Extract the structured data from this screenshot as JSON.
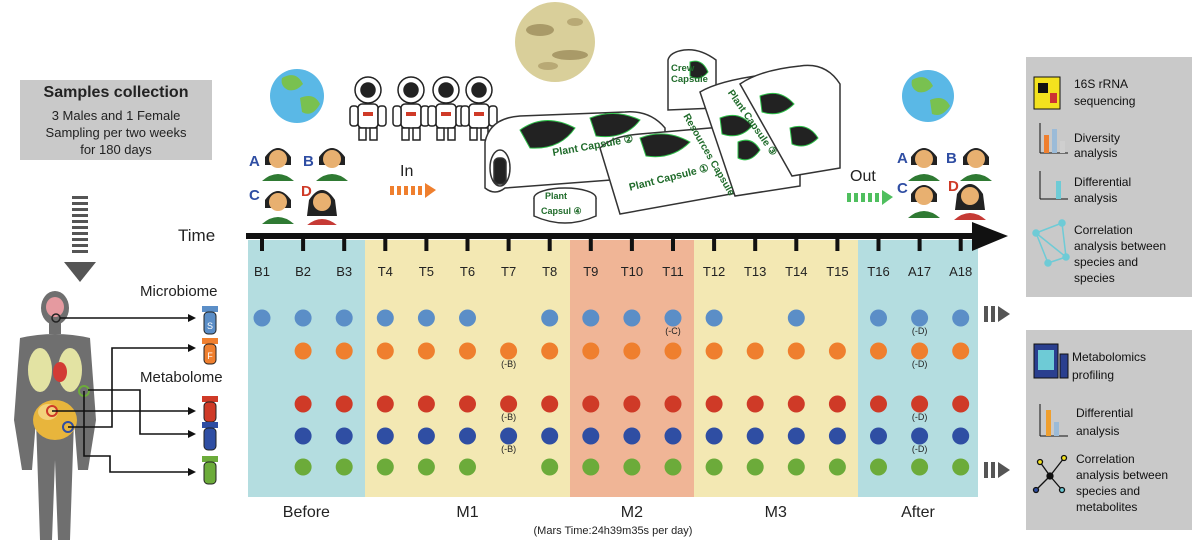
{
  "samples": {
    "title": "Samples collection",
    "lines": [
      "3 Males and 1 Female",
      "Sampling per two weeks",
      "for 180 days"
    ]
  },
  "timeline": {
    "time_label": "Time",
    "in_label": "In",
    "out_label": "Out",
    "timepoints": [
      "B1",
      "B2",
      "B3",
      "T4",
      "T5",
      "T6",
      "T7",
      "T8",
      "T9",
      "T10",
      "T11",
      "T12",
      "T13",
      "T14",
      "T15",
      "T16",
      "A17",
      "A18"
    ],
    "mars_time": "(Mars Time:24h39m35s per day)"
  },
  "periods": [
    {
      "name": "Before",
      "color": "#b4dde0"
    },
    {
      "name": "M1",
      "color": "#f3e8b3"
    },
    {
      "name": "M2",
      "color": "#f0b596"
    },
    {
      "name": "M3",
      "color": "#f3e8b3"
    },
    {
      "name": "After",
      "color": "#b4dde0"
    }
  ],
  "crew_letters": [
    "A",
    "B",
    "C",
    "D"
  ],
  "capsules": {
    "crew": "Crew Capsule",
    "plant2": "Plant Capsule ②",
    "plant1": "Plant Capsule ①",
    "plant3": "Plant Capsule ③",
    "plant4_line1": "Plant",
    "plant4_line2": "Capsul ④",
    "resources": "Resources Capsule"
  },
  "sample_labels": {
    "microbiome": "Microbiome",
    "metabolome": "Metabolome",
    "tubes": [
      "S",
      "F",
      "",
      "",
      ""
    ]
  },
  "notes": [
    {
      "text": "(-C)",
      "tp": 10,
      "row": 0
    },
    {
      "text": "(-D)",
      "tp": 16,
      "row": 0
    },
    {
      "text": "(-B)",
      "tp": 6,
      "row": 1
    },
    {
      "text": "(-D)",
      "tp": 16,
      "row": 1
    },
    {
      "text": "(-B)",
      "tp": 6,
      "row": 2
    },
    {
      "text": "(-D)",
      "tp": 16,
      "row": 2
    },
    {
      "text": "(-B)",
      "tp": 6,
      "row": 3
    },
    {
      "text": "(-D)",
      "tp": 16,
      "row": 3
    }
  ],
  "dot_rows": [
    {
      "color": "#5b8ec7",
      "present": [
        1,
        1,
        1,
        1,
        1,
        1,
        0,
        1,
        1,
        1,
        1,
        1,
        0,
        1,
        0,
        1,
        1,
        1
      ]
    },
    {
      "color": "#ef7f2e",
      "present": [
        0,
        1,
        1,
        1,
        1,
        1,
        1,
        1,
        1,
        1,
        1,
        1,
        1,
        1,
        1,
        1,
        1,
        1
      ]
    },
    {
      "color": "#cf3a27",
      "present": [
        0,
        1,
        1,
        1,
        1,
        1,
        1,
        1,
        1,
        1,
        1,
        1,
        1,
        1,
        1,
        1,
        1,
        1
      ]
    },
    {
      "color": "#2f4ea3",
      "present": [
        0,
        1,
        1,
        1,
        1,
        1,
        1,
        1,
        1,
        1,
        1,
        1,
        1,
        1,
        1,
        1,
        1,
        1
      ]
    },
    {
      "color": "#6cab3a",
      "present": [
        0,
        1,
        1,
        1,
        1,
        1,
        0,
        1,
        1,
        1,
        1,
        1,
        1,
        1,
        1,
        1,
        1,
        1
      ]
    }
  ],
  "right_panel_top": {
    "item1_line1": "16S rRNA",
    "item1_line2": "sequencing",
    "item2_line1": "Diversity",
    "item2_line2": "analysis",
    "item3_line1": "Differential",
    "item3_line2": "analysis",
    "item4_line1": "Correlation",
    "item4_line2": "analysis between",
    "item4_line3": "species and",
    "item4_line4": "species"
  },
  "right_panel_bottom": {
    "item1_line1": "Metabolomics",
    "item1_line2": "profiling",
    "item2_line1": "Differential",
    "item2_line2": "analysis",
    "item3_line1": "Correlation",
    "item3_line2": "analysis between",
    "item3_line3": "species and",
    "item3_line4": "metabolites"
  }
}
